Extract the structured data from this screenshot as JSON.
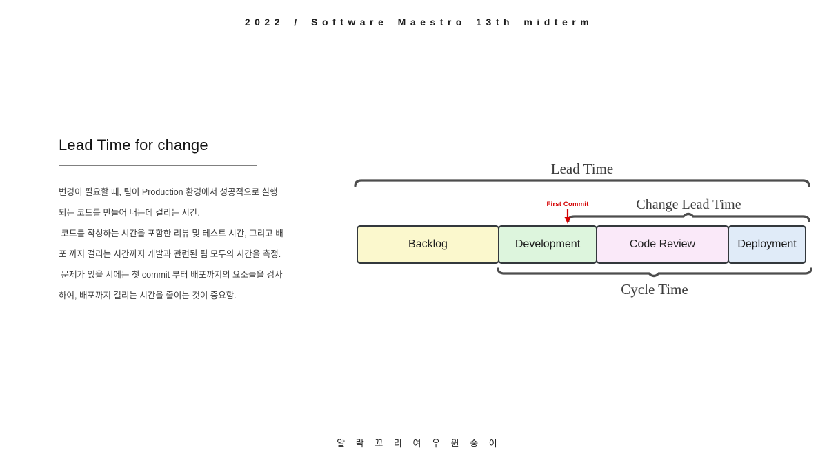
{
  "header": {
    "title": "2022 / Software Maestro 13th midterm"
  },
  "section": {
    "title": "Lead Time for change",
    "body_lines": [
      "변경이 필요할 때, 팀이 Production 환경에서 성공적으로 실행",
      "되는 코드를 만들어 내는데 걸리는 시간.",
      " 코드를 작성하는 시간을 포함한 리뷰 및 테스트 시간, 그리고 배",
      "포 까지 걸리는 시간까지 개발과 관련된 팀 모두의 시간을 측정.",
      " 문제가 있을 시에는 첫 commit 부터 배포까지의 요소들을 검사",
      "하여, 배포까지 걸리는 시간을 줄이는 것이 중요함."
    ]
  },
  "diagram": {
    "lead_time_label": "Lead Time",
    "change_lead_time_label": "Change Lead Time",
    "cycle_time_label": "Cycle Time",
    "first_commit_label": "First Commit",
    "first_commit_color": "#d40000",
    "bracket_color": "#4d4d4d",
    "box_border_color": "#33383c",
    "stages": [
      {
        "label": "Backlog",
        "fill": "#fbf8cd"
      },
      {
        "label": "Development",
        "fill": "#ddf5dd"
      },
      {
        "label": "Code Review",
        "fill": "#fae9f9"
      },
      {
        "label": "Deployment",
        "fill": "#e0ebf8"
      }
    ]
  },
  "footer": {
    "text": "알 락 꼬 리 여 우 원 숭 이"
  }
}
